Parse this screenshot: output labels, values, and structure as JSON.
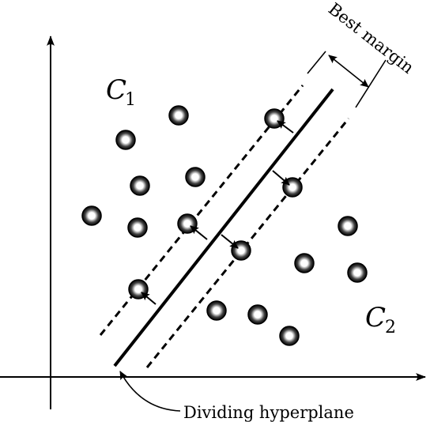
{
  "diagram": {
    "class_1": {
      "symbol": "C",
      "subscript": "1"
    },
    "class_2": {
      "symbol": "C",
      "subscript": "2"
    },
    "margin_label": "Best margin",
    "hyperplane_label": "Dividing hyperplane",
    "colors": {
      "ink": "#000000",
      "point_fill": "#ffffff",
      "background": "#ffffff"
    }
  }
}
